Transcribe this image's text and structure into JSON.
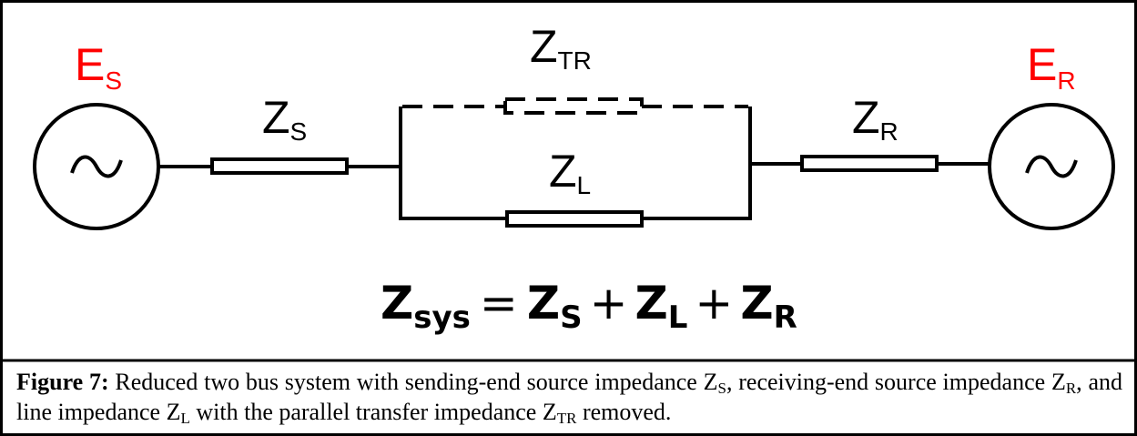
{
  "diagram": {
    "source_left": {
      "main": "E",
      "sub": "S",
      "color": "#ff0000"
    },
    "source_right": {
      "main": "E",
      "sub": "R",
      "color": "#ff0000"
    },
    "impedance_s": {
      "main": "Z",
      "sub": "S"
    },
    "impedance_tr": {
      "main": "Z",
      "sub": "TR"
    },
    "impedance_l": {
      "main": "Z",
      "sub": "L"
    },
    "impedance_r": {
      "main": "Z",
      "sub": "R"
    },
    "ac_symbol": "∼",
    "equation": {
      "lhs_main": "Z",
      "lhs_sub": "sys",
      "equals": "=",
      "t1_main": "Z",
      "t1_sub": "S",
      "plus": "+",
      "t2_main": "Z",
      "t2_sub": "L",
      "t3_main": "Z",
      "t3_sub": "R"
    }
  },
  "caption": {
    "figure_label": "Figure 7:",
    "text_1": " Reduced two bus system with sending-end source impedance Z",
    "sub_1": "S",
    "text_2": ", receiving-end source impedance Z",
    "sub_2": "R",
    "text_3": ", and line impedance Z",
    "sub_3": "L",
    "text_4": " with the parallel transfer impedance Z",
    "sub_4": "TR",
    "text_5": " removed."
  }
}
